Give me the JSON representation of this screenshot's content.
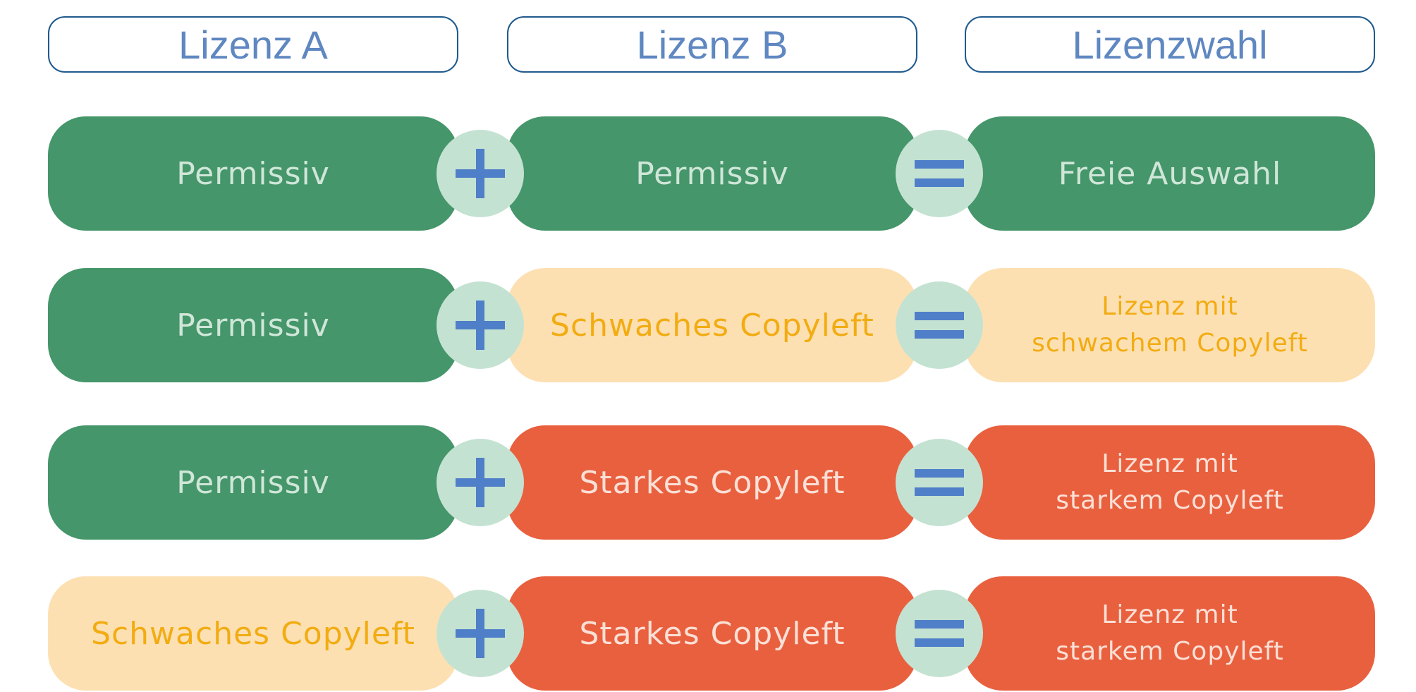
{
  "headers": [
    "Lizenz A",
    "Lizenz B",
    "Lizenzwahl"
  ],
  "rows": [
    {
      "a": "Permissiv",
      "b": "Permissiv",
      "result": "Freie Auswahl"
    },
    {
      "a": "Permissiv",
      "b": "Schwaches Copyleft",
      "result": "Lizenz mit\nschwachem Copyleft"
    },
    {
      "a": "Permissiv",
      "b": "Starkes Copyleft",
      "result": "Lizenz mit\nstarkem Copyleft"
    },
    {
      "a": "Schwaches Copyleft",
      "b": "Starkes Copyleft",
      "result": "Lizenz mit\nstarkem Copyleft"
    }
  ],
  "operators": {
    "plus": "plus-icon",
    "equals": "equals-icon"
  },
  "colors": {
    "permissiv": "#45966a",
    "weak_copyleft": "#fde0b2",
    "strong_copyleft": "#e9603f",
    "operator_circle": "#c4e2d2",
    "operator_symbol": "#4f7fc8",
    "header_border": "#1f5a8e",
    "header_text": "#5f87c1"
  }
}
